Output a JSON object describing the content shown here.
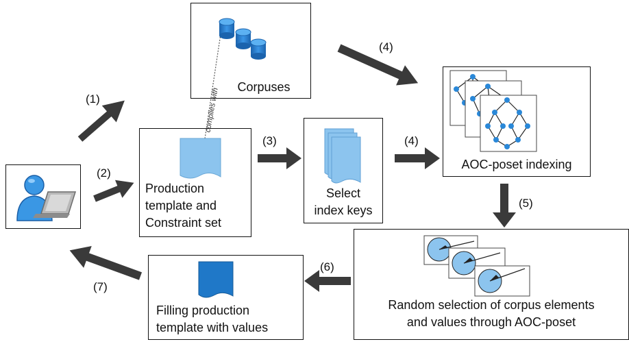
{
  "corpuses": {
    "label": "Corpuses",
    "complies_label": "complies with"
  },
  "template": {
    "line1": "Production",
    "line2": "template and",
    "line3": "Constraint set"
  },
  "select_keys": {
    "line1": "Select",
    "line2": "index keys"
  },
  "aoc": {
    "label": "AOC-poset indexing"
  },
  "random": {
    "line1": "Random selection of corpus elements",
    "line2": "and values through AOC-poset"
  },
  "filling": {
    "line1": "Filling production",
    "line2": "template with values"
  },
  "steps": [
    "(1)",
    "(2)",
    "(3)",
    "(4)",
    "(4)",
    "(5)",
    "(6)",
    "(7)"
  ],
  "colors": {
    "dark_blue": "#1f78c8",
    "light_blue": "#8cc4ee",
    "arrow": "#3a3a3a",
    "node": "#2a88d8"
  },
  "icons": {
    "user": "user-laptop-icon",
    "database": "database-icon",
    "document": "document-icon",
    "lattice": "lattice-graph-icon",
    "pie": "pie-chart-icon"
  }
}
